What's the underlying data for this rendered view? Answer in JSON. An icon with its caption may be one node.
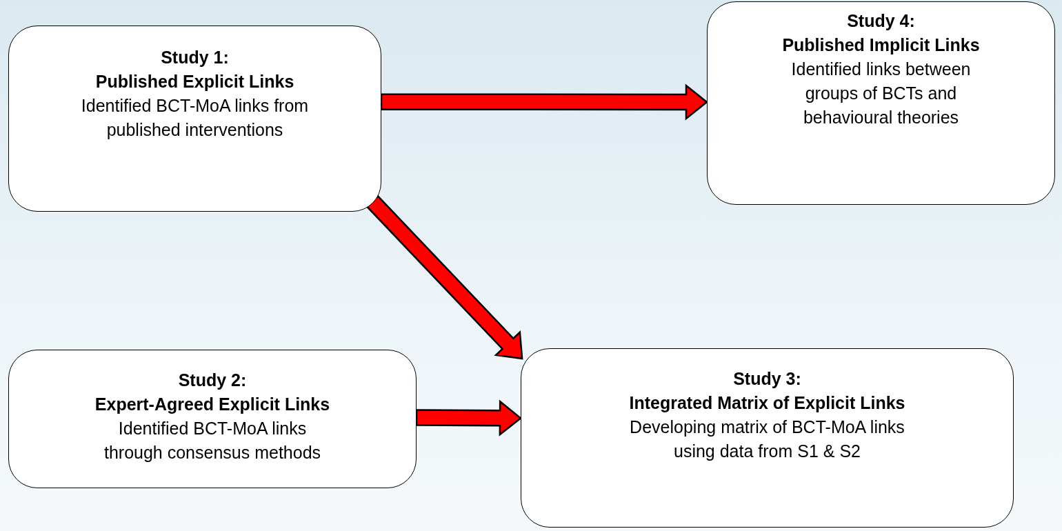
{
  "diagram": {
    "nodes": [
      {
        "text": [
          "Study 1:",
          "Published Explicit Links",
          "Identified BCT-MoA links from published interventions"
        ]
      },
      {
        "text": [
          "Study 4:",
          "Published Implicit Links",
          "Identified links between groups of BCTs and behavioural theories"
        ]
      },
      {
        "text": [
          "Study 2:",
          "Expert-Agreed Explicit Links",
          "Identified BCT-MoA links through consensus methods"
        ]
      },
      {
        "text": [
          "Study 3:",
          "Integrated Matrix of Explicit Links",
          "Developing matrix of BCT-MoA links using data from S1 & S2"
        ]
      }
    ],
    "edges": [
      {
        "from": 0,
        "to": 1,
        "arrow": "to",
        "style": "thick",
        "color": "#ff0000"
      },
      {
        "from": 0,
        "to": 3,
        "arrow": "to",
        "style": "thick",
        "color": "#ff0000"
      },
      {
        "from": 2,
        "to": 3,
        "arrow": "to",
        "style": "thick",
        "color": "#ff0000"
      }
    ]
  }
}
